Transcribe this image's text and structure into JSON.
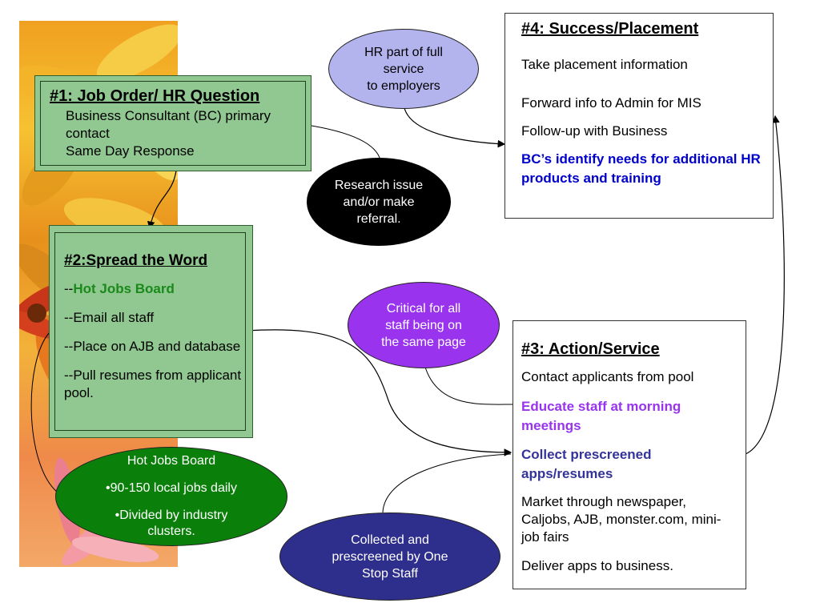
{
  "box1": {
    "heading": "#1: Job Order/ HR Question",
    "line1": "Business Consultant (BC) primary contact",
    "line2": "Same Day Response"
  },
  "box2": {
    "heading": "#2:Spread the Word",
    "item1_prefix": "--",
    "item1": "Hot Jobs Board",
    "item2": "--Email all staff",
    "item3": "--Place on AJB and database",
    "item4": "--Pull resumes from applicant pool."
  },
  "box3": {
    "heading": "#3: Action/Service",
    "item1": "Contact applicants from pool",
    "item2": "Educate staff at morning meetings",
    "item3": "Collect prescreened apps/resumes",
    "item4": "Market through newspaper, Caljobs, AJB, monster.com, mini-job fairs",
    "item5": "Deliver apps to business."
  },
  "box4": {
    "heading": "#4: Success/Placement",
    "item1": "Take placement information",
    "item2": "Forward info to Admin for MIS",
    "item3": "Follow-up with Business",
    "item4": "BC’s identify needs for additional HR products and training"
  },
  "ellipses": {
    "hr": {
      "line1": "HR part of full",
      "line2": "service",
      "line3": "to employers"
    },
    "research": {
      "line1": "Research issue",
      "line2": "and/or make",
      "line3": "referral."
    },
    "critical": {
      "line1": "Critical for all",
      "line2": "staff being on",
      "line3": "the same page"
    },
    "hotjobs": {
      "line1": "Hot Jobs Board",
      "line2": "•90-150 local jobs daily",
      "line3": "•Divided by industry clusters."
    },
    "collected": {
      "line1": "Collected and",
      "line2": "prescreened by One",
      "line3": "Stop Staff"
    }
  },
  "colors": {
    "green_box": "#91c791",
    "hot_jobs_text": "#1a8a1a",
    "purple_text": "#9933ee",
    "navy_text": "#333399",
    "blue_text": "#0000cc",
    "lavender_ellipse": "#b3b3ee",
    "violet_ellipse": "#9933ee",
    "green_ellipse": "#0a800a",
    "navy_ellipse": "#2e2e8c"
  }
}
